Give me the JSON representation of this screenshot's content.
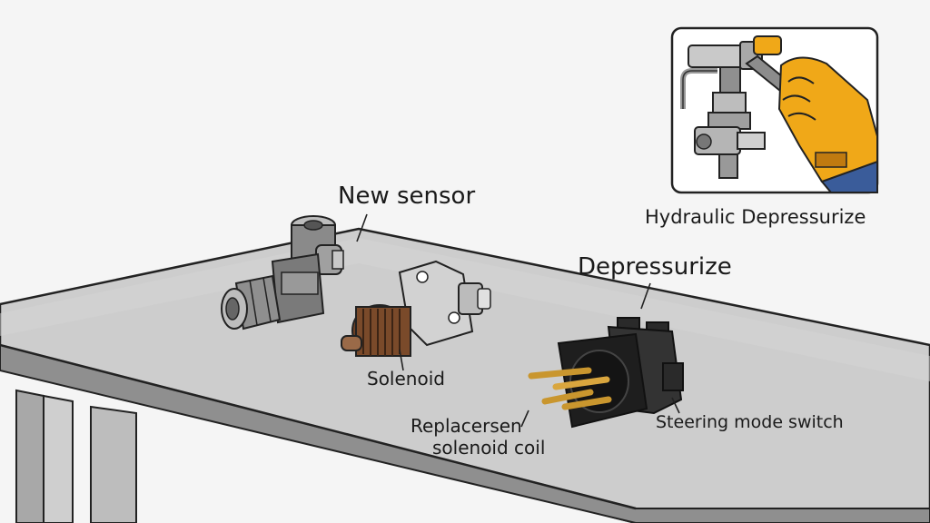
{
  "labels": {
    "new_sensor": "New sensor",
    "depressurize": "Depressurize",
    "solenoid": "Solenoid",
    "replacement_line1": "Replacersen",
    "replacement_line2": "solenoid coil",
    "steering_switch": "Steering mode switch",
    "hydraulic_caption": "Hydraulic Depressurize"
  },
  "colors": {
    "background": "#f5f5f5",
    "table_top": "#c9c9c9",
    "metal": "#9a9a9a",
    "copper": "#7a4a2a",
    "connector_body": "#1e1e1e",
    "brass_pins": "#c9962e",
    "glove": "#f0a818",
    "sleeve": "#3a5c9a"
  },
  "icons": [
    "pressure-sensor-icon",
    "solenoid-valve-icon",
    "electrical-connector-icon",
    "hydraulic-valve-icon",
    "gloved-hand-icon",
    "wrench-icon"
  ]
}
